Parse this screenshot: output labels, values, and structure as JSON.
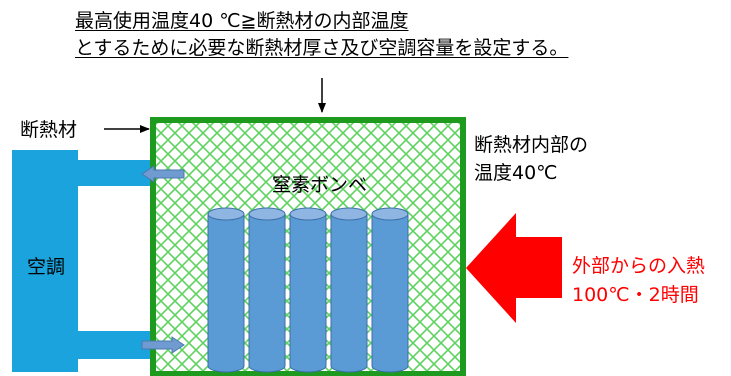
{
  "title": {
    "line1": "最高使用温度40 ℃≧断熱材の内部温度",
    "line2": "とするために必要な断熱材厚さ及び空調容量を設定する。"
  },
  "labels": {
    "insulation": "断熱材",
    "inner_temp_line1": "断熱材内部の",
    "inner_temp_line2": "温度40℃",
    "nitrogen_cylinders": "窒素ボンベ",
    "air_conditioner": "空調",
    "external_heat_line1": "外部からの入熱",
    "external_heat_line2": "100℃・2時間"
  },
  "colors": {
    "insulation_border": "#1e9a1e",
    "insulation_hatch": "#5fd35f",
    "air_conditioner": "#1aa3dc",
    "cylinder": "#5b9bd5",
    "cylinder_stroke": "#3c6fa8",
    "heat_arrow": "#ff0000",
    "heat_text": "#ff0000",
    "air_arrow": "#6f9bd1"
  },
  "cylinder_count": 5
}
